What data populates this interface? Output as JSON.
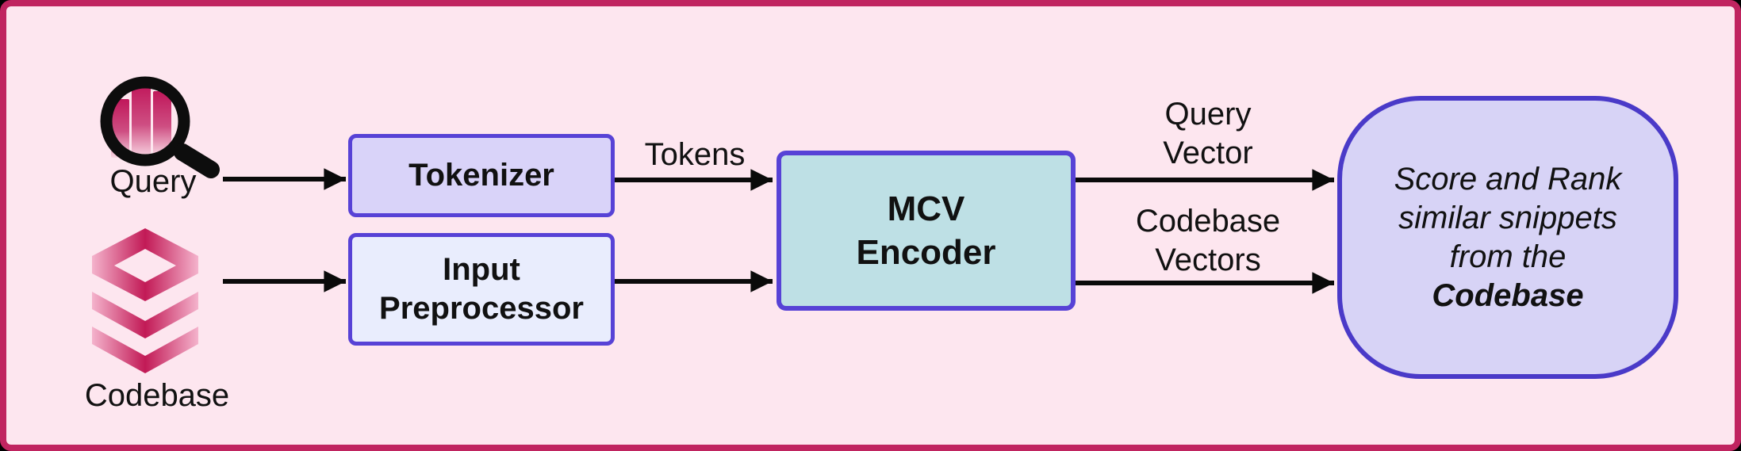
{
  "palette": {
    "canvas_background": "#FDE6EF",
    "frame_border": "#C02460",
    "node_border_purple": "#5742D6",
    "score_box_border": "#4A3AC8",
    "tokenizer_fill": "#D9D3F9",
    "preprocessor_fill": "#E9EDFD",
    "encoder_fill": "#BEE0E5",
    "score_box_fill": "#D7D3F6",
    "icon_crimson": "#C21A56",
    "icon_pink_light": "#F4B3CC",
    "arrow_color": "#0A0A0A",
    "text_color": "#111111"
  },
  "inputs": {
    "query": {
      "label": "Query",
      "icon": "magnifier-bar-chart-icon"
    },
    "codebase": {
      "label": "Codebase",
      "icon": "layer-stack-icon"
    }
  },
  "nodes": {
    "tokenizer": {
      "label": "Tokenizer"
    },
    "preprocessor": {
      "lines": [
        "Input",
        "Preprocessor"
      ]
    },
    "encoder": {
      "lines": [
        "MCV",
        "Encoder"
      ]
    },
    "score": {
      "lines": [
        "Score and Rank",
        "similar snippets",
        "from the"
      ],
      "emphasis": "Codebase"
    }
  },
  "edge_labels": {
    "tokens": "Tokens",
    "query_vector": {
      "lines": [
        "Query",
        "Vector"
      ]
    },
    "codebase_vectors": {
      "lines": [
        "Codebase",
        "Vectors"
      ]
    }
  },
  "edges": [
    {
      "from": "query",
      "to": "tokenizer",
      "label": ""
    },
    {
      "from": "codebase",
      "to": "preprocessor",
      "label": ""
    },
    {
      "from": "tokenizer",
      "to": "encoder",
      "label": "Tokens"
    },
    {
      "from": "preprocessor",
      "to": "encoder",
      "label": ""
    },
    {
      "from": "encoder",
      "to": "score",
      "label": "Query Vector"
    },
    {
      "from": "encoder",
      "to": "score",
      "label": "Codebase Vectors"
    }
  ]
}
